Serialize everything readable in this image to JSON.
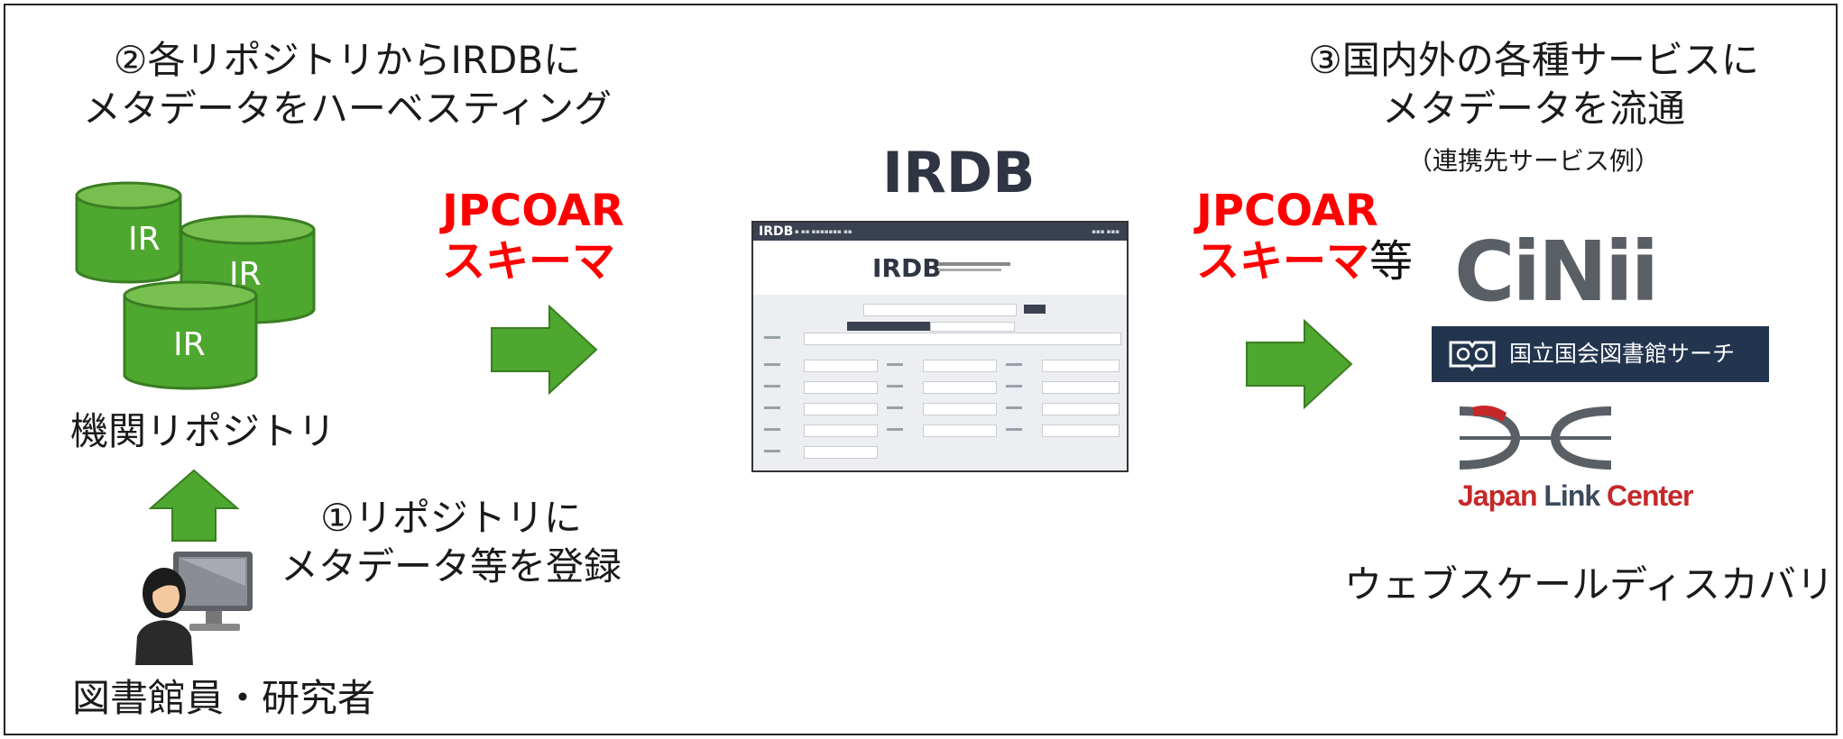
{
  "left": {
    "step2_line1": "②各リポジトリからIRDBに",
    "step2_line2": "メタデータをハーベスティング",
    "ir_labels": [
      "IR",
      "IR",
      "IR"
    ],
    "repository_label": "機関リポジトリ",
    "step1_line1": "①リポジトリに",
    "step1_line2": "メタデータ等を登録",
    "user_label": "図書館員・研究者"
  },
  "schema_left": {
    "line1": "JPCOAR",
    "line2": "スキーマ"
  },
  "center": {
    "title": "IRDB",
    "screenshot": {
      "logo_small": "IRDB",
      "logo_large": "IRDB"
    }
  },
  "schema_right": {
    "line1": "JPCOAR",
    "line2": "スキーマ",
    "suffix": "等"
  },
  "right": {
    "step3_line1": "③国内外の各種サービスに",
    "step3_line2": "メタデータを流通",
    "note": "（連携先サービス例）",
    "services": {
      "cinii": "CiNii",
      "ndl": "国立国会図書館サーチ",
      "jlc_japan": "Japan",
      "jlc_link": " Link ",
      "jlc_center": "Center"
    },
    "discovery_label": "ウェブスケールディスカバリ"
  },
  "colors": {
    "green": "#4ea72e",
    "green_dark": "#3a7d22",
    "red": "#ff0000",
    "navy": "#23344f"
  }
}
